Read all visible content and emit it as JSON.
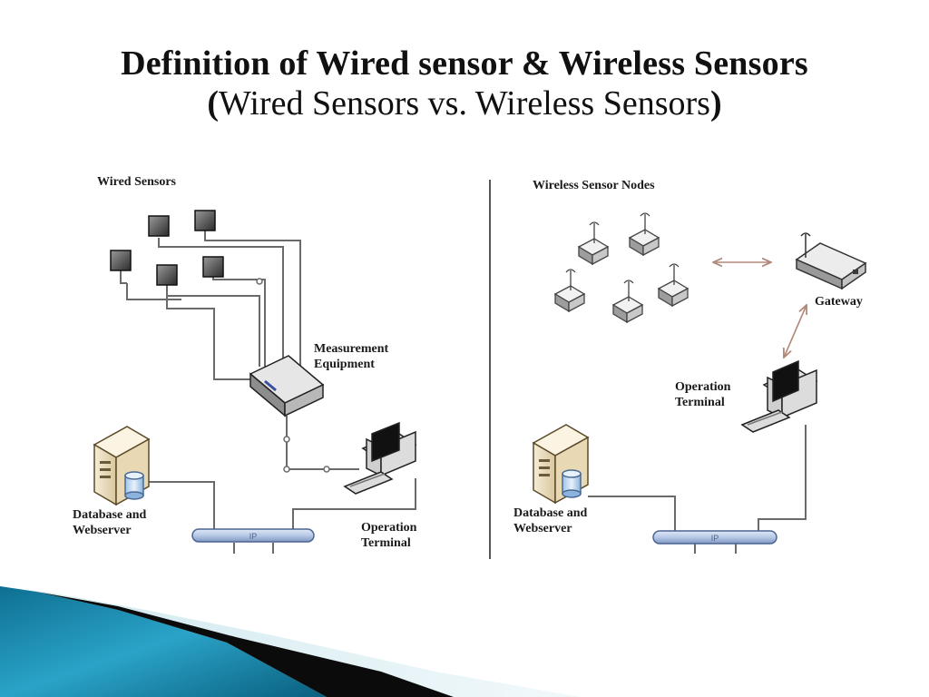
{
  "slide": {
    "title": "Definition of Wired sensor & Wireless Sensors",
    "subtitle_open": "(",
    "subtitle_text": "Wired Sensors vs. Wireless Sensors",
    "subtitle_close": ")"
  },
  "wired_panel": {
    "heading": "Wired Sensors",
    "measurement_line1": "Measurement",
    "measurement_line2": "Equipment",
    "database_line1": "Database and",
    "database_line2": "Webserver",
    "operation_line1": "Operation",
    "operation_line2": "Terminal",
    "bus_label": "IP"
  },
  "wireless_panel": {
    "heading": "Wireless Sensor Nodes",
    "gateway": "Gateway",
    "operation_line1": "Operation",
    "operation_line2": "Terminal",
    "database_line1": "Database and",
    "database_line2": "Webserver",
    "bus_label": "IP"
  },
  "colors": {
    "accent_teal": "#1f8fb3",
    "swoosh_dark": "#0b0b0b",
    "link_arrow": "#b08878",
    "bus_fill": "#b7c9e6"
  }
}
